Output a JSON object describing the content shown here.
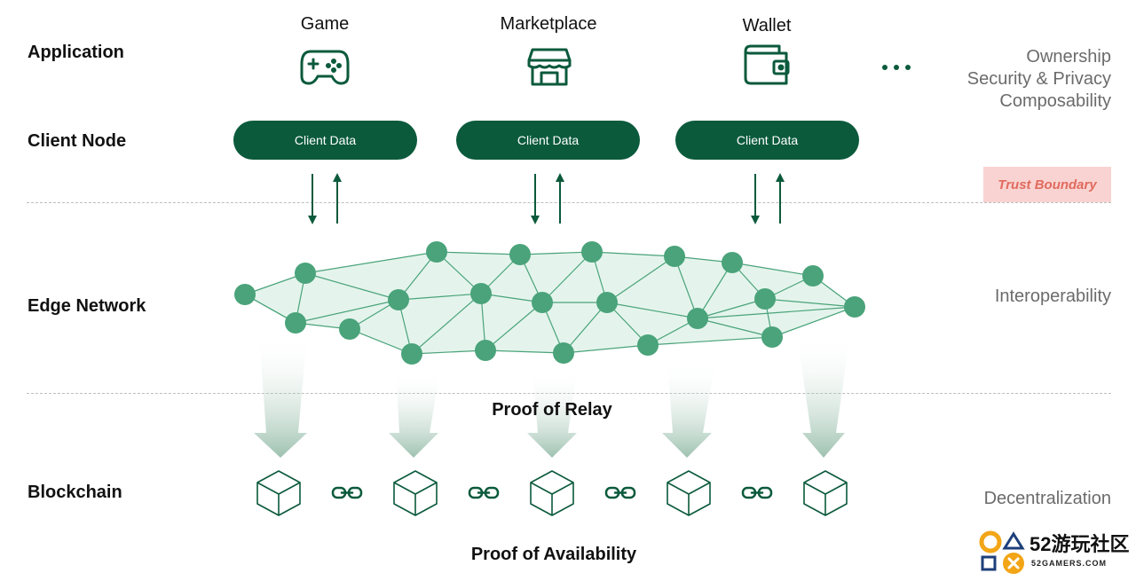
{
  "layers": {
    "application": "Application",
    "client_node": "Client Node",
    "edge_network": "Edge Network",
    "blockchain": "Blockchain"
  },
  "apps": [
    {
      "title": "Game",
      "icon": "gamepad-icon"
    },
    {
      "title": "Marketplace",
      "icon": "storefront-icon"
    },
    {
      "title": "Wallet",
      "icon": "wallet-icon"
    }
  ],
  "more": "•••",
  "properties": {
    "application": [
      "Ownership",
      "Security & Privacy",
      "Composability"
    ],
    "trust_boundary": "Trust Boundary",
    "edge_network": "Interoperability",
    "blockchain": "Decentralization"
  },
  "client_data": [
    "Client Data",
    "Client Data",
    "Client Data"
  ],
  "proof_of_relay": "Proof of Relay",
  "proof_of_availability": "Proof of Availability",
  "watermark": {
    "top": "52游玩社区",
    "bottom": "52GAMERS.COM"
  },
  "colors": {
    "brand_green": "#0b5a3c",
    "node_green": "#4aa37a",
    "mesh_fill": "#e4f4ec",
    "trust_bg": "#f9d3d1",
    "trust_text": "#e06a5e"
  }
}
